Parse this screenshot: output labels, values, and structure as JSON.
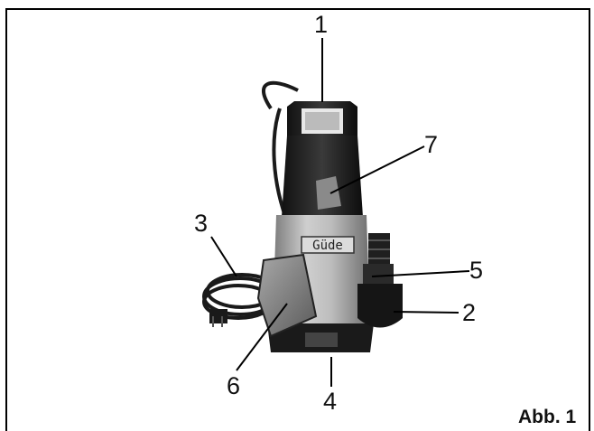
{
  "figure": {
    "brand_label": "Güde",
    "caption": "Abb. 1",
    "callouts": {
      "c1": "1",
      "c2": "2",
      "c3": "3",
      "c4": "4",
      "c5": "5",
      "c6": "6",
      "c7": "7"
    }
  }
}
